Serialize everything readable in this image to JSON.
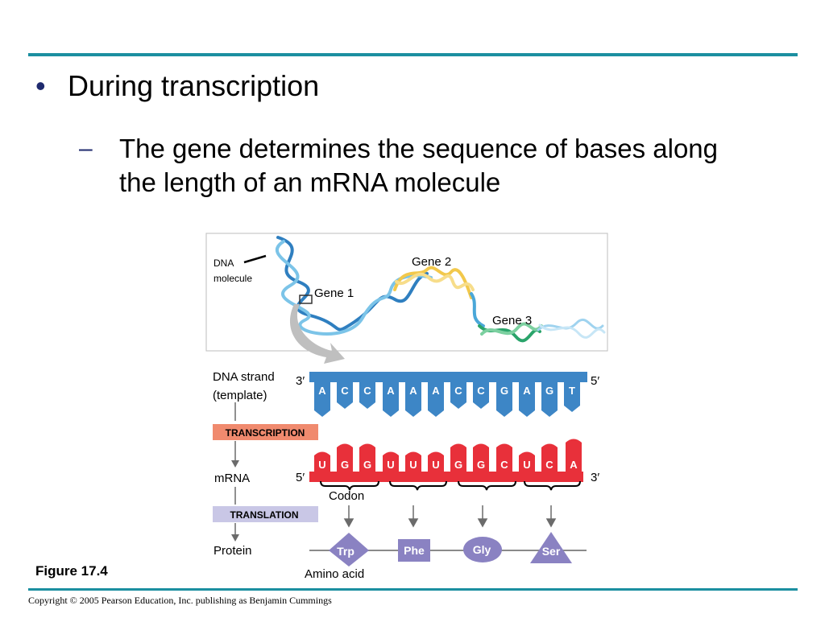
{
  "slide": {
    "bullet_symbol": "•",
    "bullet": "During transcription",
    "sub_dash": "–",
    "sub_bullet": "The gene determines the sequence of bases along the length of an mRNA molecule",
    "figure_label": "Figure 17.4",
    "copyright": "Copyright © 2005 Pearson Education, Inc. publishing as Benjamin Cummings"
  },
  "figure": {
    "dna_label_line1": "DNA",
    "dna_label_line2": "molecule",
    "gene1": "Gene 1",
    "gene2": "Gene 2",
    "gene3": "Gene 3",
    "dna_strand_line1": "DNA strand",
    "dna_strand_line2": "(template)",
    "transcription": "TRANSCRIPTION",
    "mrna": "mRNA",
    "translation": "TRANSLATION",
    "protein": "Protein",
    "codon": "Codon",
    "amino_acid": "Amino acid",
    "dna_end_left": "3′",
    "dna_end_right": "5′",
    "mrna_end_left": "5′",
    "mrna_end_right": "3′",
    "dna_bases": [
      "A",
      "C",
      "C",
      "A",
      "A",
      "A",
      "C",
      "C",
      "G",
      "A",
      "G",
      "T"
    ],
    "mrna_bases": [
      "U",
      "G",
      "G",
      "U",
      "U",
      "U",
      "G",
      "G",
      "C",
      "U",
      "C",
      "A"
    ],
    "amino_acids": [
      "Trp",
      "Phe",
      "Gly",
      "Ser"
    ],
    "colors": {
      "dna_strand": "#3d86c6",
      "mrna_strand": "#e8303a",
      "transcription_box": "#f08a6e",
      "translation_box": "#c9c7e6",
      "amino_acid_shape": "#8a82c2",
      "gene2_color": "#f2c84b",
      "gene3_color": "#2aa46b",
      "helix_color": "#4aa7d8"
    }
  }
}
